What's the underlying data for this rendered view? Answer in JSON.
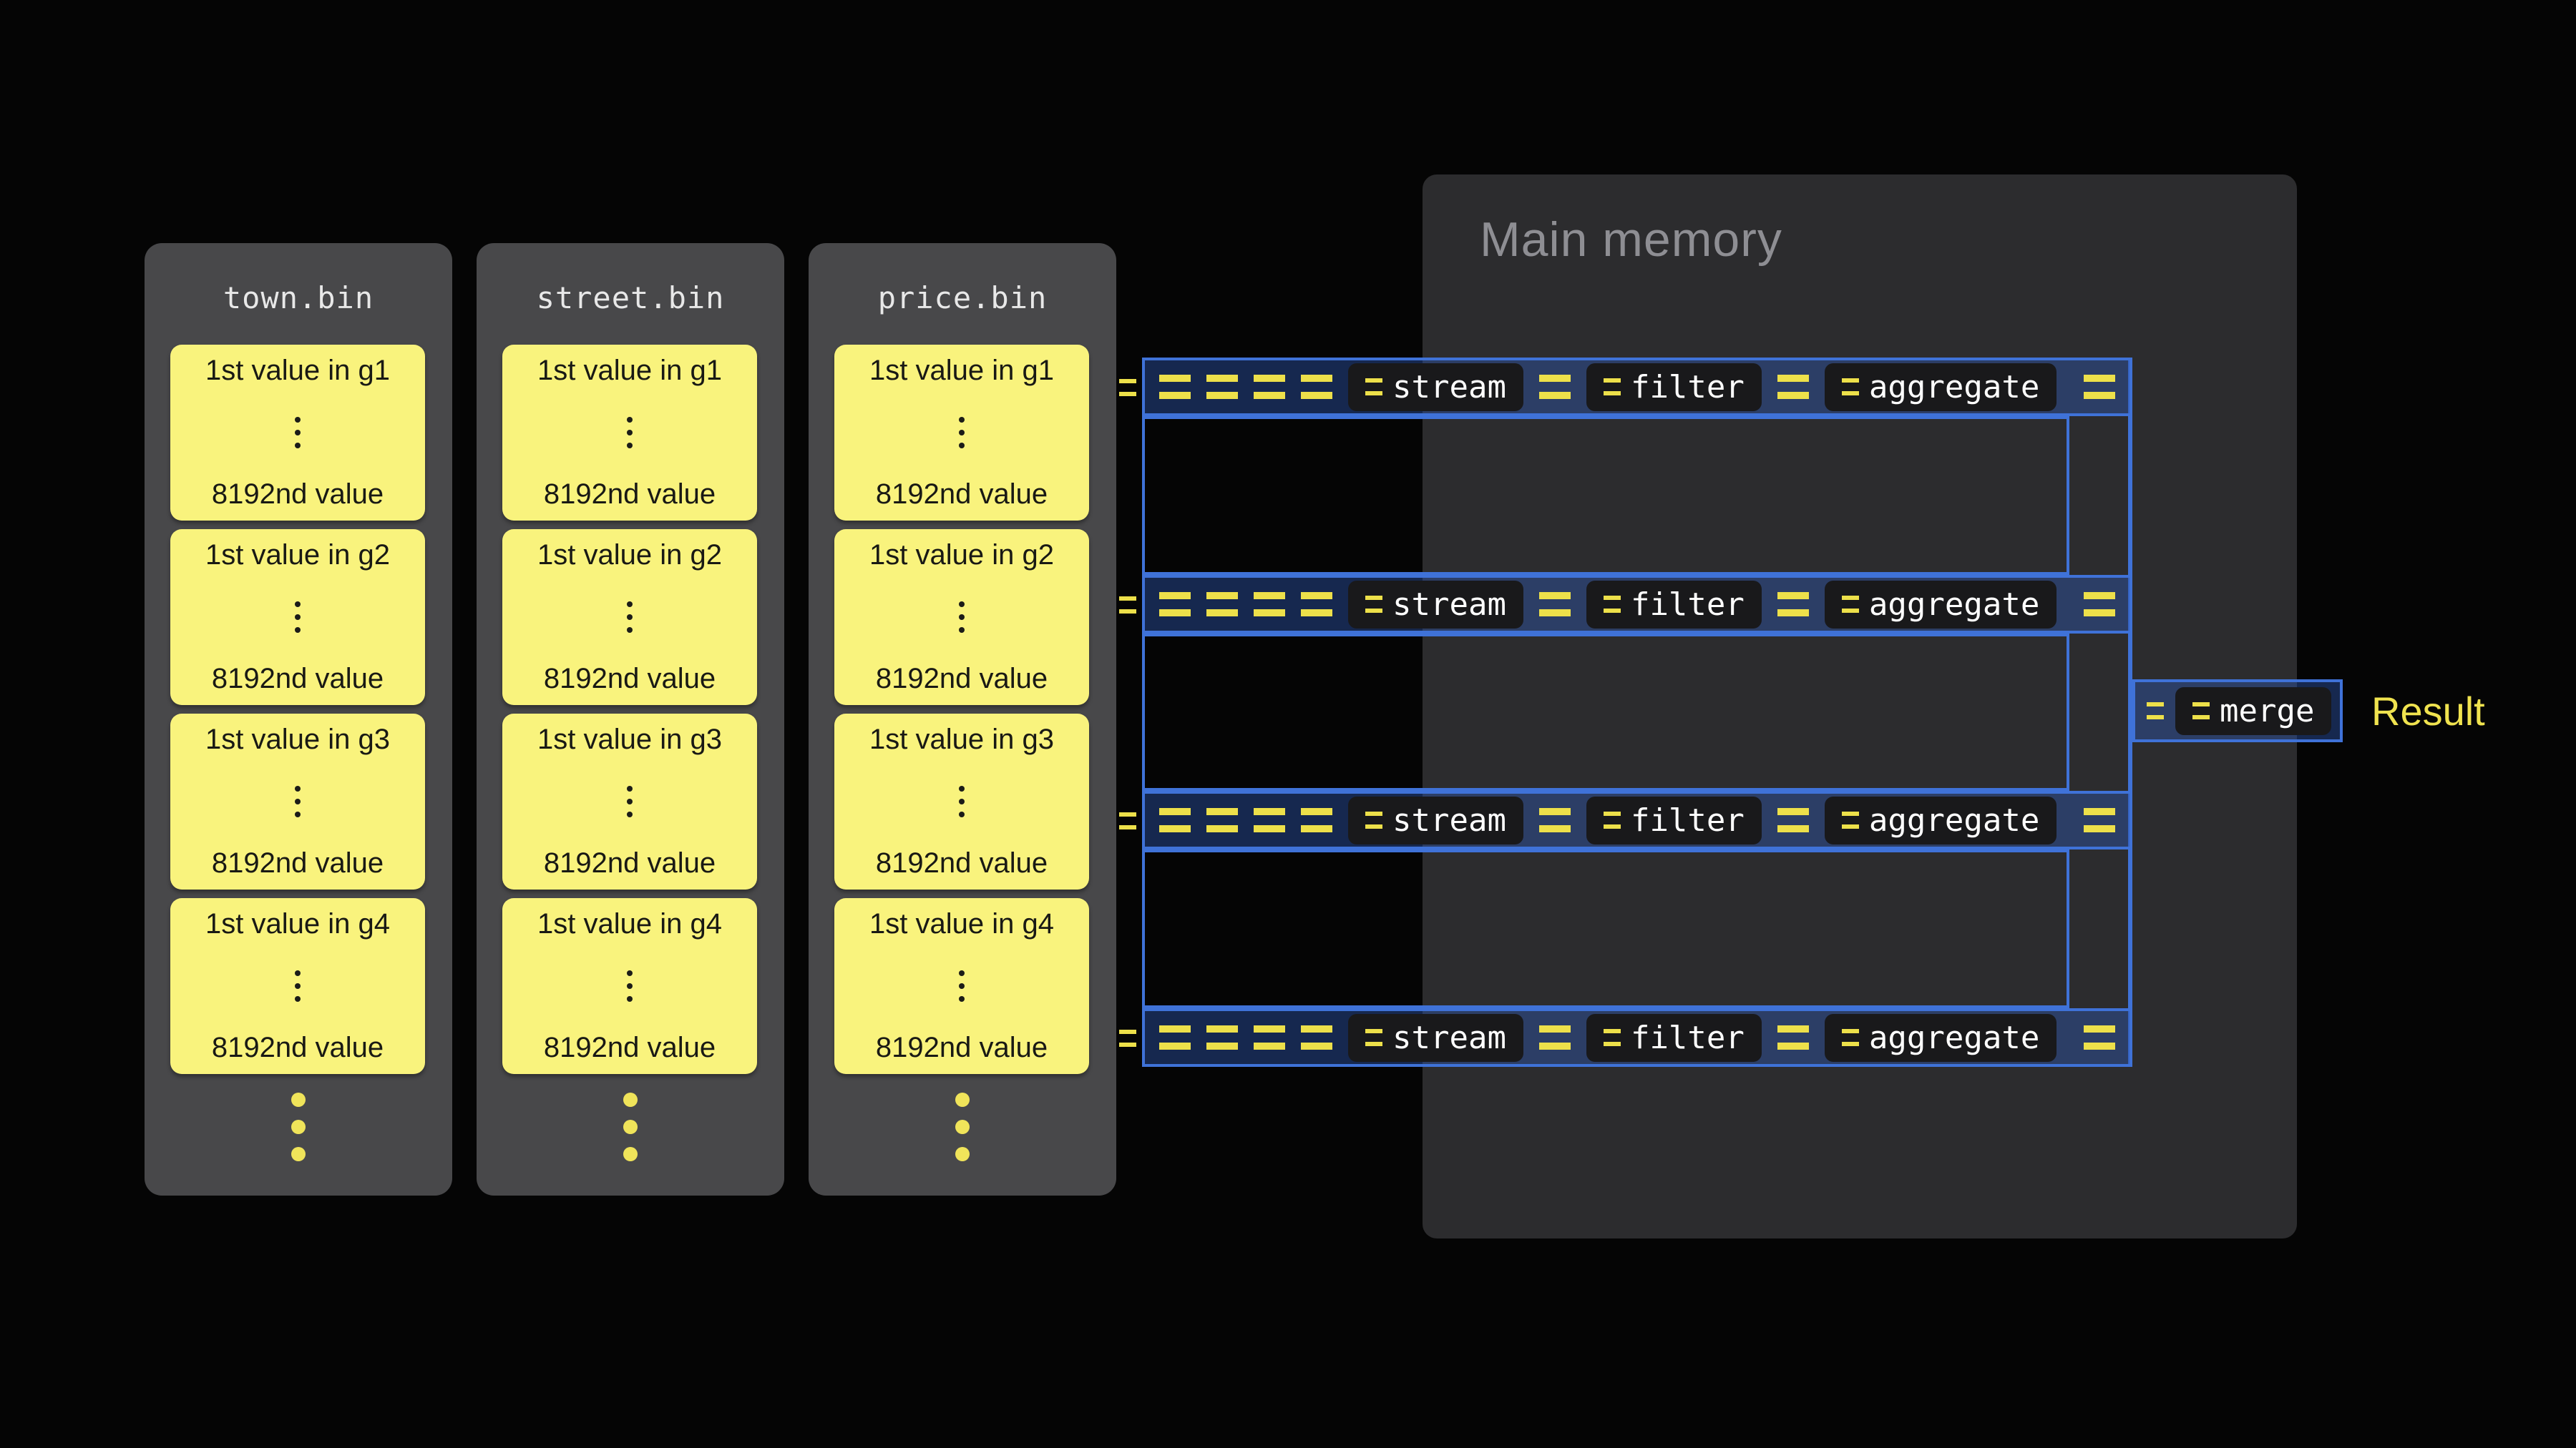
{
  "files": [
    {
      "title": "town.bin",
      "groups": [
        {
          "first": "1st value in g1",
          "last": "8192nd value"
        },
        {
          "first": "1st value in g2",
          "last": "8192nd value"
        },
        {
          "first": "1st value in g3",
          "last": "8192nd value"
        },
        {
          "first": "1st value in g4",
          "last": "8192nd value"
        }
      ]
    },
    {
      "title": "street.bin",
      "groups": [
        {
          "first": "1st value in g1",
          "last": "8192nd value"
        },
        {
          "first": "1st value in g2",
          "last": "8192nd value"
        },
        {
          "first": "1st value in g3",
          "last": "8192nd value"
        },
        {
          "first": "1st value in g4",
          "last": "8192nd value"
        }
      ]
    },
    {
      "title": "price.bin",
      "groups": [
        {
          "first": "1st value in g1",
          "last": "8192nd value"
        },
        {
          "first": "1st value in g2",
          "last": "8192nd value"
        },
        {
          "first": "1st value in g3",
          "last": "8192nd value"
        },
        {
          "first": "1st value in g4",
          "last": "8192nd value"
        }
      ]
    }
  ],
  "memory": {
    "title": "Main memory"
  },
  "pipelines": [
    {
      "stages": [
        "stream",
        "filter",
        "aggregate"
      ]
    },
    {
      "stages": [
        "stream",
        "filter",
        "aggregate"
      ]
    },
    {
      "stages": [
        "stream",
        "filter",
        "aggregate"
      ]
    },
    {
      "stages": [
        "stream",
        "filter",
        "aggregate"
      ]
    }
  ],
  "merge": {
    "label": "merge"
  },
  "result": {
    "label": "Result"
  },
  "colors": {
    "background": "#050505",
    "file_box": "#48484a",
    "card": "#f9f37d",
    "memory_box": "#2c2c2e",
    "pipe_border": "#3f72d8",
    "pipe_fill": "rgba(45,85,170,0.45)",
    "dash_yellow": "#ede04a",
    "result_text": "#f0e34f"
  }
}
